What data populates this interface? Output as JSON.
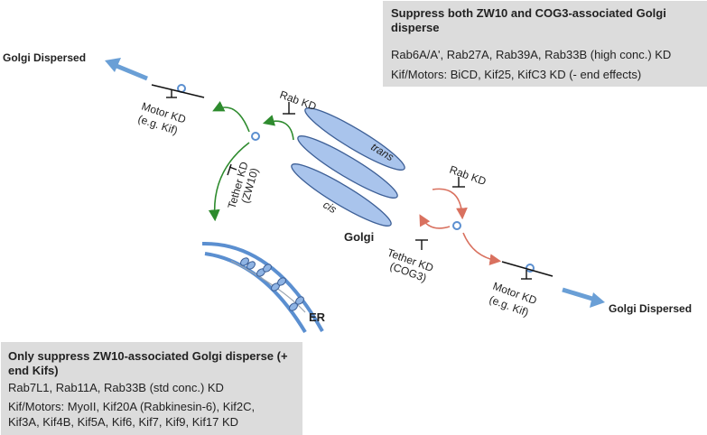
{
  "labels": {
    "golgi_dispersed_left": "Golgi Dispersed",
    "golgi_dispersed_right": "Golgi Dispersed",
    "golgi": "Golgi",
    "trans": "trans",
    "cis": "cis",
    "er": "ER",
    "rab_kd_left": "Rab KD",
    "rab_kd_right": "Rab KD",
    "motor_kd_left": "Motor KD",
    "motor_kd_left_eg": "(e.g. Kif)",
    "motor_kd_right": "Motor KD",
    "motor_kd_right_eg": "(e.g. Kif)",
    "tether_kd_left": "Tether KD",
    "tether_kd_left_sub": "(ZW10)",
    "tether_kd_right": "Tether KD",
    "tether_kd_right_sub": "(COG3)"
  },
  "top_box": {
    "title": "Suppress both ZW10 and COG3-associated Golgi disperse",
    "line1": "Rab6A/A', Rab27A, Rab39A, Rab33B (high conc.) KD",
    "line2": "Kif/Motors: BiCD, Kif25, KifC3 KD (- end effects)"
  },
  "bottom_box": {
    "title": "Only suppress ZW10-associated Golgi disperse (+ end Kifs)",
    "line1": "Rab7L1, Rab11A, Rab33B (std conc.) KD",
    "line2": "Kif/Motors: MyoII, Kif20A (Rabkinesin-6), Kif2C,",
    "line3": "Kif3A, Kif4B, Kif5A, Kif6, Kif7, Kif9, Kif17 KD"
  },
  "colors": {
    "cisterna_fill": "#a9c4ec",
    "cisterna_stroke": "#3d5f96",
    "blue_arrow": "#6a9fd6",
    "green": "#2e8b2e",
    "red": "#d9715f",
    "vesicle": "#5b8fd0",
    "er": "#5b8fd0",
    "box_bg": "#dcdcdc"
  }
}
